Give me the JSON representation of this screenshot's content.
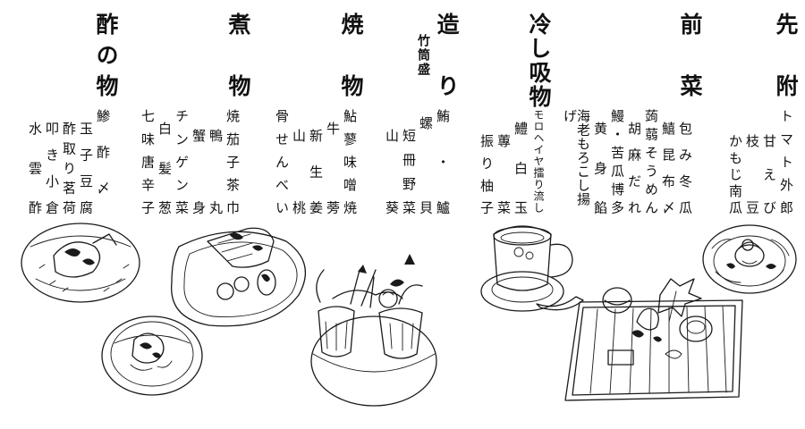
{
  "courses": [
    {
      "key": "sakizuke",
      "title": "先附",
      "items": [
        "トマト外郎",
        "甘えび",
        "枝豆",
        "かもじ南瓜"
      ]
    },
    {
      "key": "zensai",
      "title": "前菜",
      "items": [
        "包み冬瓜",
        "鱚昆布〆",
        "蒟蒻そうめん",
        "胡麻だれ",
        "鰻・苦瓜博多",
        "黄身餡",
        "海老もろこし揚げ"
      ]
    },
    {
      "key": "hiyashi",
      "title": "冷し吸物",
      "items": [
        "モロヘイヤ擂り流し",
        "鱧白玉",
        "蓴菜",
        "振り柚子"
      ]
    },
    {
      "key": "tsukuri",
      "title": "造り",
      "note": "竹筒盛",
      "items": [
        "鮪・鱸",
        "螺貝",
        "短冊野菜",
        "山葵"
      ]
    },
    {
      "key": "yakimono",
      "title": "焼物",
      "items": [
        "鮎蓼味噌焼",
        "牛蒡",
        "新生姜",
        "山桃",
        "骨せんべい"
      ]
    },
    {
      "key": "nimono",
      "title": "煮物",
      "items": [
        "焼茄子茶巾",
        "鴨丸",
        "蟹身",
        "チンゲン菜",
        "白髪葱",
        "七味唐辛子"
      ]
    },
    {
      "key": "sunomono",
      "title": "酢の物",
      "items": [
        "鯵酢〆",
        "玉子豆腐",
        "酢取り茗荷",
        "叩き小倉",
        "水雲酢"
      ]
    }
  ],
  "illustrations": [
    "tomato-uiro-glass-dish",
    "zensai-bamboo-tray",
    "soup-cup-and-saucer",
    "bamboo-tsukuri-bowl",
    "yakimono-plate",
    "nimono-bowl",
    "sunomono-bowl"
  ]
}
